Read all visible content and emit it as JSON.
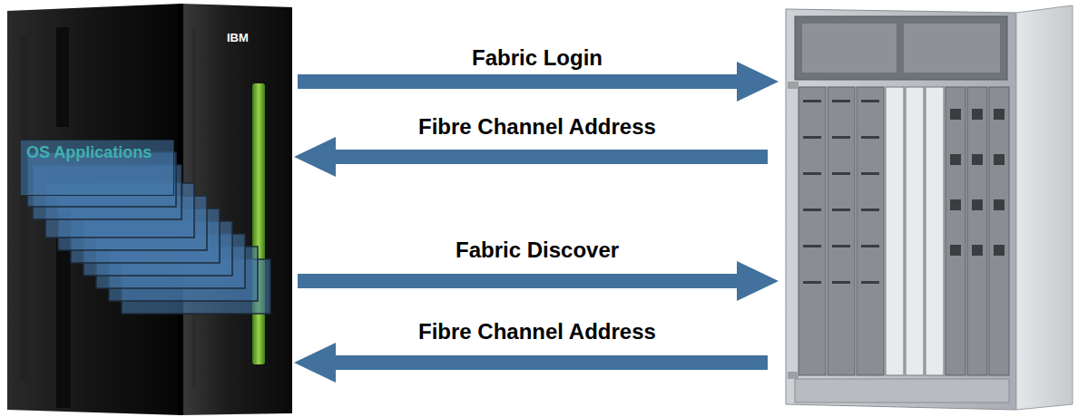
{
  "diagram": {
    "nodes": [
      {
        "text": [
          "OS Applications"
        ]
      }
    ],
    "labels": [
      "IBM",
      "Fabric Login",
      "Fibre Channel Address",
      "Fabric Discover",
      "Fibre Channel Address"
    ]
  }
}
